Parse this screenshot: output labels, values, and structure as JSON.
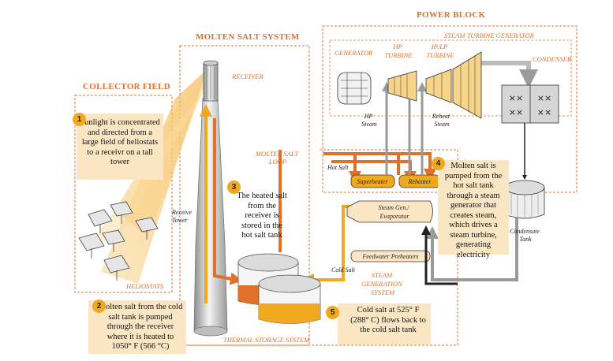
{
  "sections": {
    "power_block": "POWER BLOCK",
    "molten_salt_system": "MOLTEN SALT SYSTEM",
    "collector_field": "COLLECTOR FIELD",
    "steam_turbine_generator": "STEAM TURBINE GENERATOR",
    "thermal_storage_system": "THERMAL STORAGE SYSTEM",
    "steam_generation_system": [
      "STEAM",
      "GENERATION",
      "SYSTEM"
    ]
  },
  "labels": {
    "generator": "GENERATOR",
    "hp_turbine": [
      "HP",
      "TURBINE"
    ],
    "iplp_turbine": [
      "IP/LP",
      "TURBINE"
    ],
    "condenser": "CONDENSER",
    "hp_steam": [
      "HP",
      "Steam"
    ],
    "reheat_steam": [
      "Reheat",
      "Steam"
    ],
    "receiver": "RECEIVER",
    "molten_salt_loop": [
      "MOLTEN SALT",
      "LOOP"
    ],
    "hot_salt": "Hot Salt",
    "cold_salt": "Cold Salt",
    "superheater": "Superheater",
    "reheater": "Reheater",
    "steam_gen": [
      "Steam Gen./",
      "Evaporator"
    ],
    "feedwater": "Feedwater Preheaters",
    "condensate_tank": [
      "Condensate",
      "Tank"
    ],
    "receiver_tower": [
      "Receive",
      "Tower"
    ],
    "heliostats": "HELIOSTATS"
  },
  "steps": [
    {
      "num": "1",
      "text": "Sunlight is concentrated and directed from a large field of heliostats to a receivr on a tall tower"
    },
    {
      "num": "2",
      "text": "Molten salt from the cold salt tank is pumped through the receiver where it is heated to 1050° F (566 °C)"
    },
    {
      "num": "3",
      "text": "The heated salt from the receiver is stored in the hot salt tank"
    },
    {
      "num": "4",
      "text": "Molten salt is pumped from the hot salt tank through a steam generator that creates steam, which drives a steam turbine, generating electricity"
    },
    {
      "num": "5",
      "text": "Cold salt at 525° F (288° C) flows back to the cold salt tank"
    }
  ]
}
